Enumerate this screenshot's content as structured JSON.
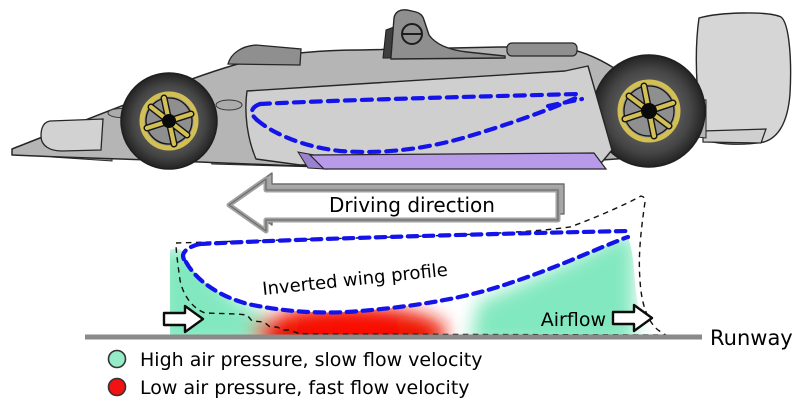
{
  "figure": {
    "title_semantic": "Ground effect aerodynamics of a race car",
    "driving_direction": {
      "label": "Driving direction"
    },
    "wing_profile": {
      "label": "Inverted wing profile"
    },
    "airflow": {
      "label": "Airflow"
    },
    "runway": {
      "label": "Runway"
    },
    "legend": {
      "items": [
        {
          "label": "High air pressure, slow flow velocity",
          "color": "#95ECC9"
        },
        {
          "label": "Low air pressure, fast flow velocity",
          "color": "#F21212"
        }
      ]
    },
    "colors": {
      "wing_profile_dash": "#1414EA",
      "car_outline_dash": "#111111",
      "high_pressure_fill": "#82E8BF",
      "low_pressure_fill": "#ED1406",
      "car_body": "#B5B5B5",
      "sidepod_panel": "#CFCFCF",
      "dark_bodywork": "#8F8F8F",
      "side_skirt": "#B79AE8",
      "wheel_rim": "#D2C055",
      "ground": "#8A8A8A",
      "arrow_fill": "#FFFFFF",
      "arrow_border": "#A2A2A2"
    }
  }
}
